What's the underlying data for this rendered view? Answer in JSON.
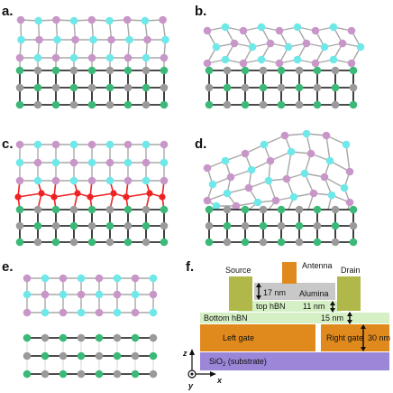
{
  "panels": {
    "a": "a.",
    "b": "b.",
    "c": "c.",
    "d": "d.",
    "e": "e.",
    "f": "f."
  },
  "colors": {
    "pink": "#c896c8",
    "cyan": "#6ee8e8",
    "green": "#3cb878",
    "gray": "#9a9a9a",
    "red": "#ee2222",
    "top_edge": "#a8a8a8",
    "bottom_edge": "#111111",
    "hbn": "#d6f0c6",
    "alumina": "#c8c8c8",
    "gate": "#e08a1e",
    "contact": "#b0b84a",
    "sio2": "#9b86d8"
  },
  "device": {
    "source": "Source",
    "drain": "Drain",
    "antenna": "Antenna",
    "alumina": "Alumina",
    "top_hbn": "top hBN",
    "bottom_hbn": "Bottom hBN",
    "left_gate": "Left gate",
    "right_gate": "Right gate",
    "substrate_main": "SiO",
    "substrate_sub": "2",
    "substrate_rest": " (substrate)",
    "dim_17": "17 nm",
    "dim_11": "11 nm",
    "dim_15": "15 nm",
    "dim_30": "30 nm",
    "axis_z": "z",
    "axis_x": "x",
    "axis_y": "y"
  }
}
